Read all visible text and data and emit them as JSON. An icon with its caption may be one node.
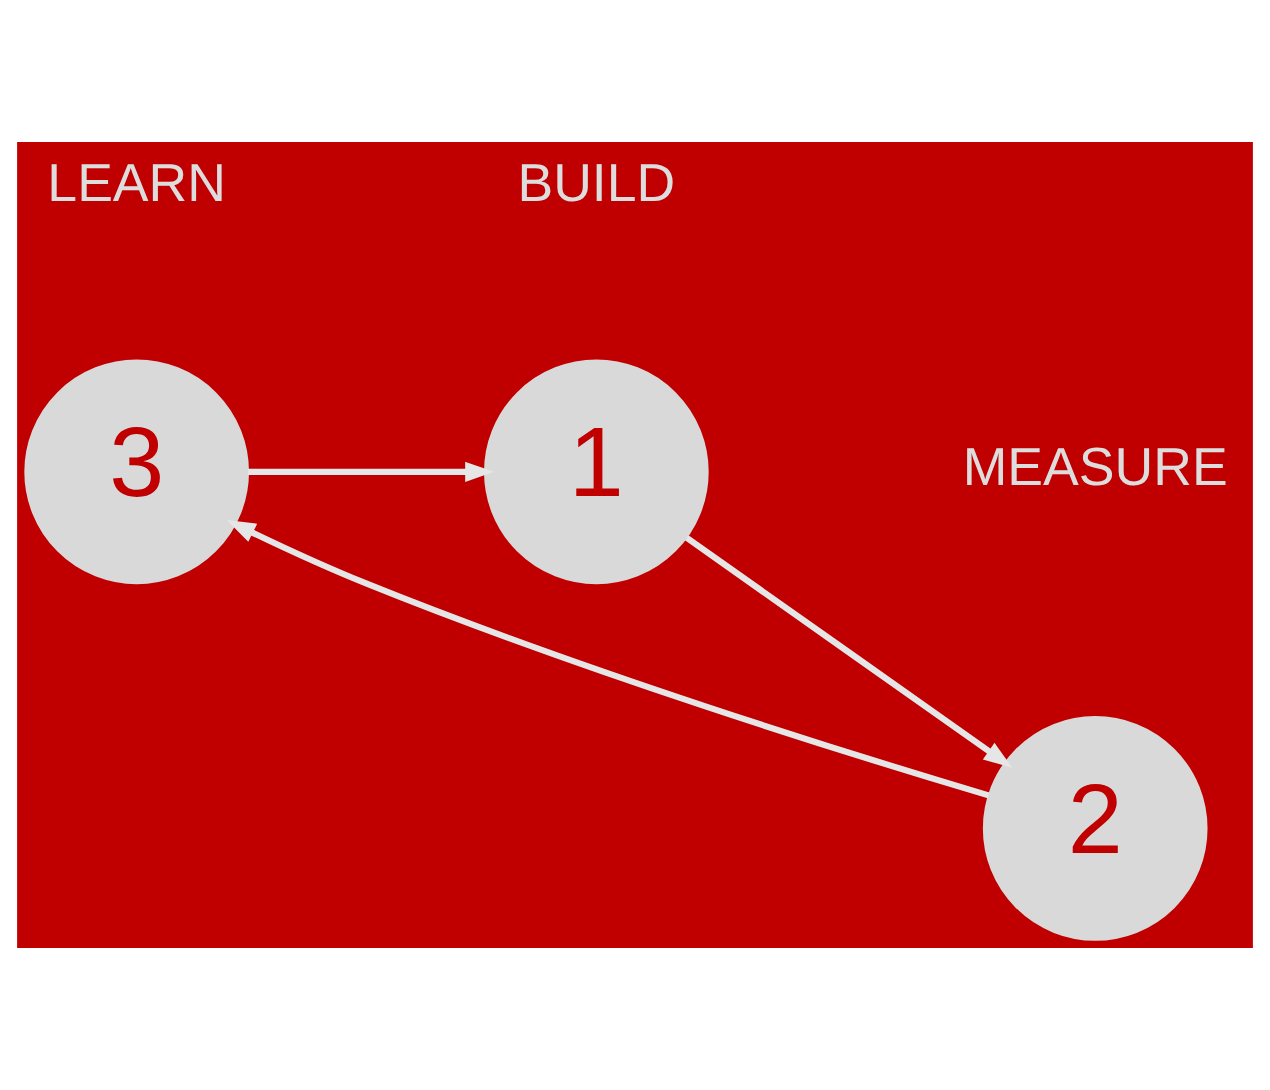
{
  "diagram": {
    "nodes": [
      {
        "text": [
          "LEARN",
          "3"
        ]
      },
      {
        "text": [
          "BUILD",
          "1"
        ]
      },
      {
        "text": [
          "MEASURE",
          "2"
        ]
      }
    ],
    "edges": [
      {
        "from": 0,
        "to": 1,
        "arrow": "to"
      },
      {
        "from": 1,
        "to": 2,
        "arrow": "to"
      },
      {
        "from": 2,
        "to": 0,
        "arrow": "to"
      }
    ]
  }
}
